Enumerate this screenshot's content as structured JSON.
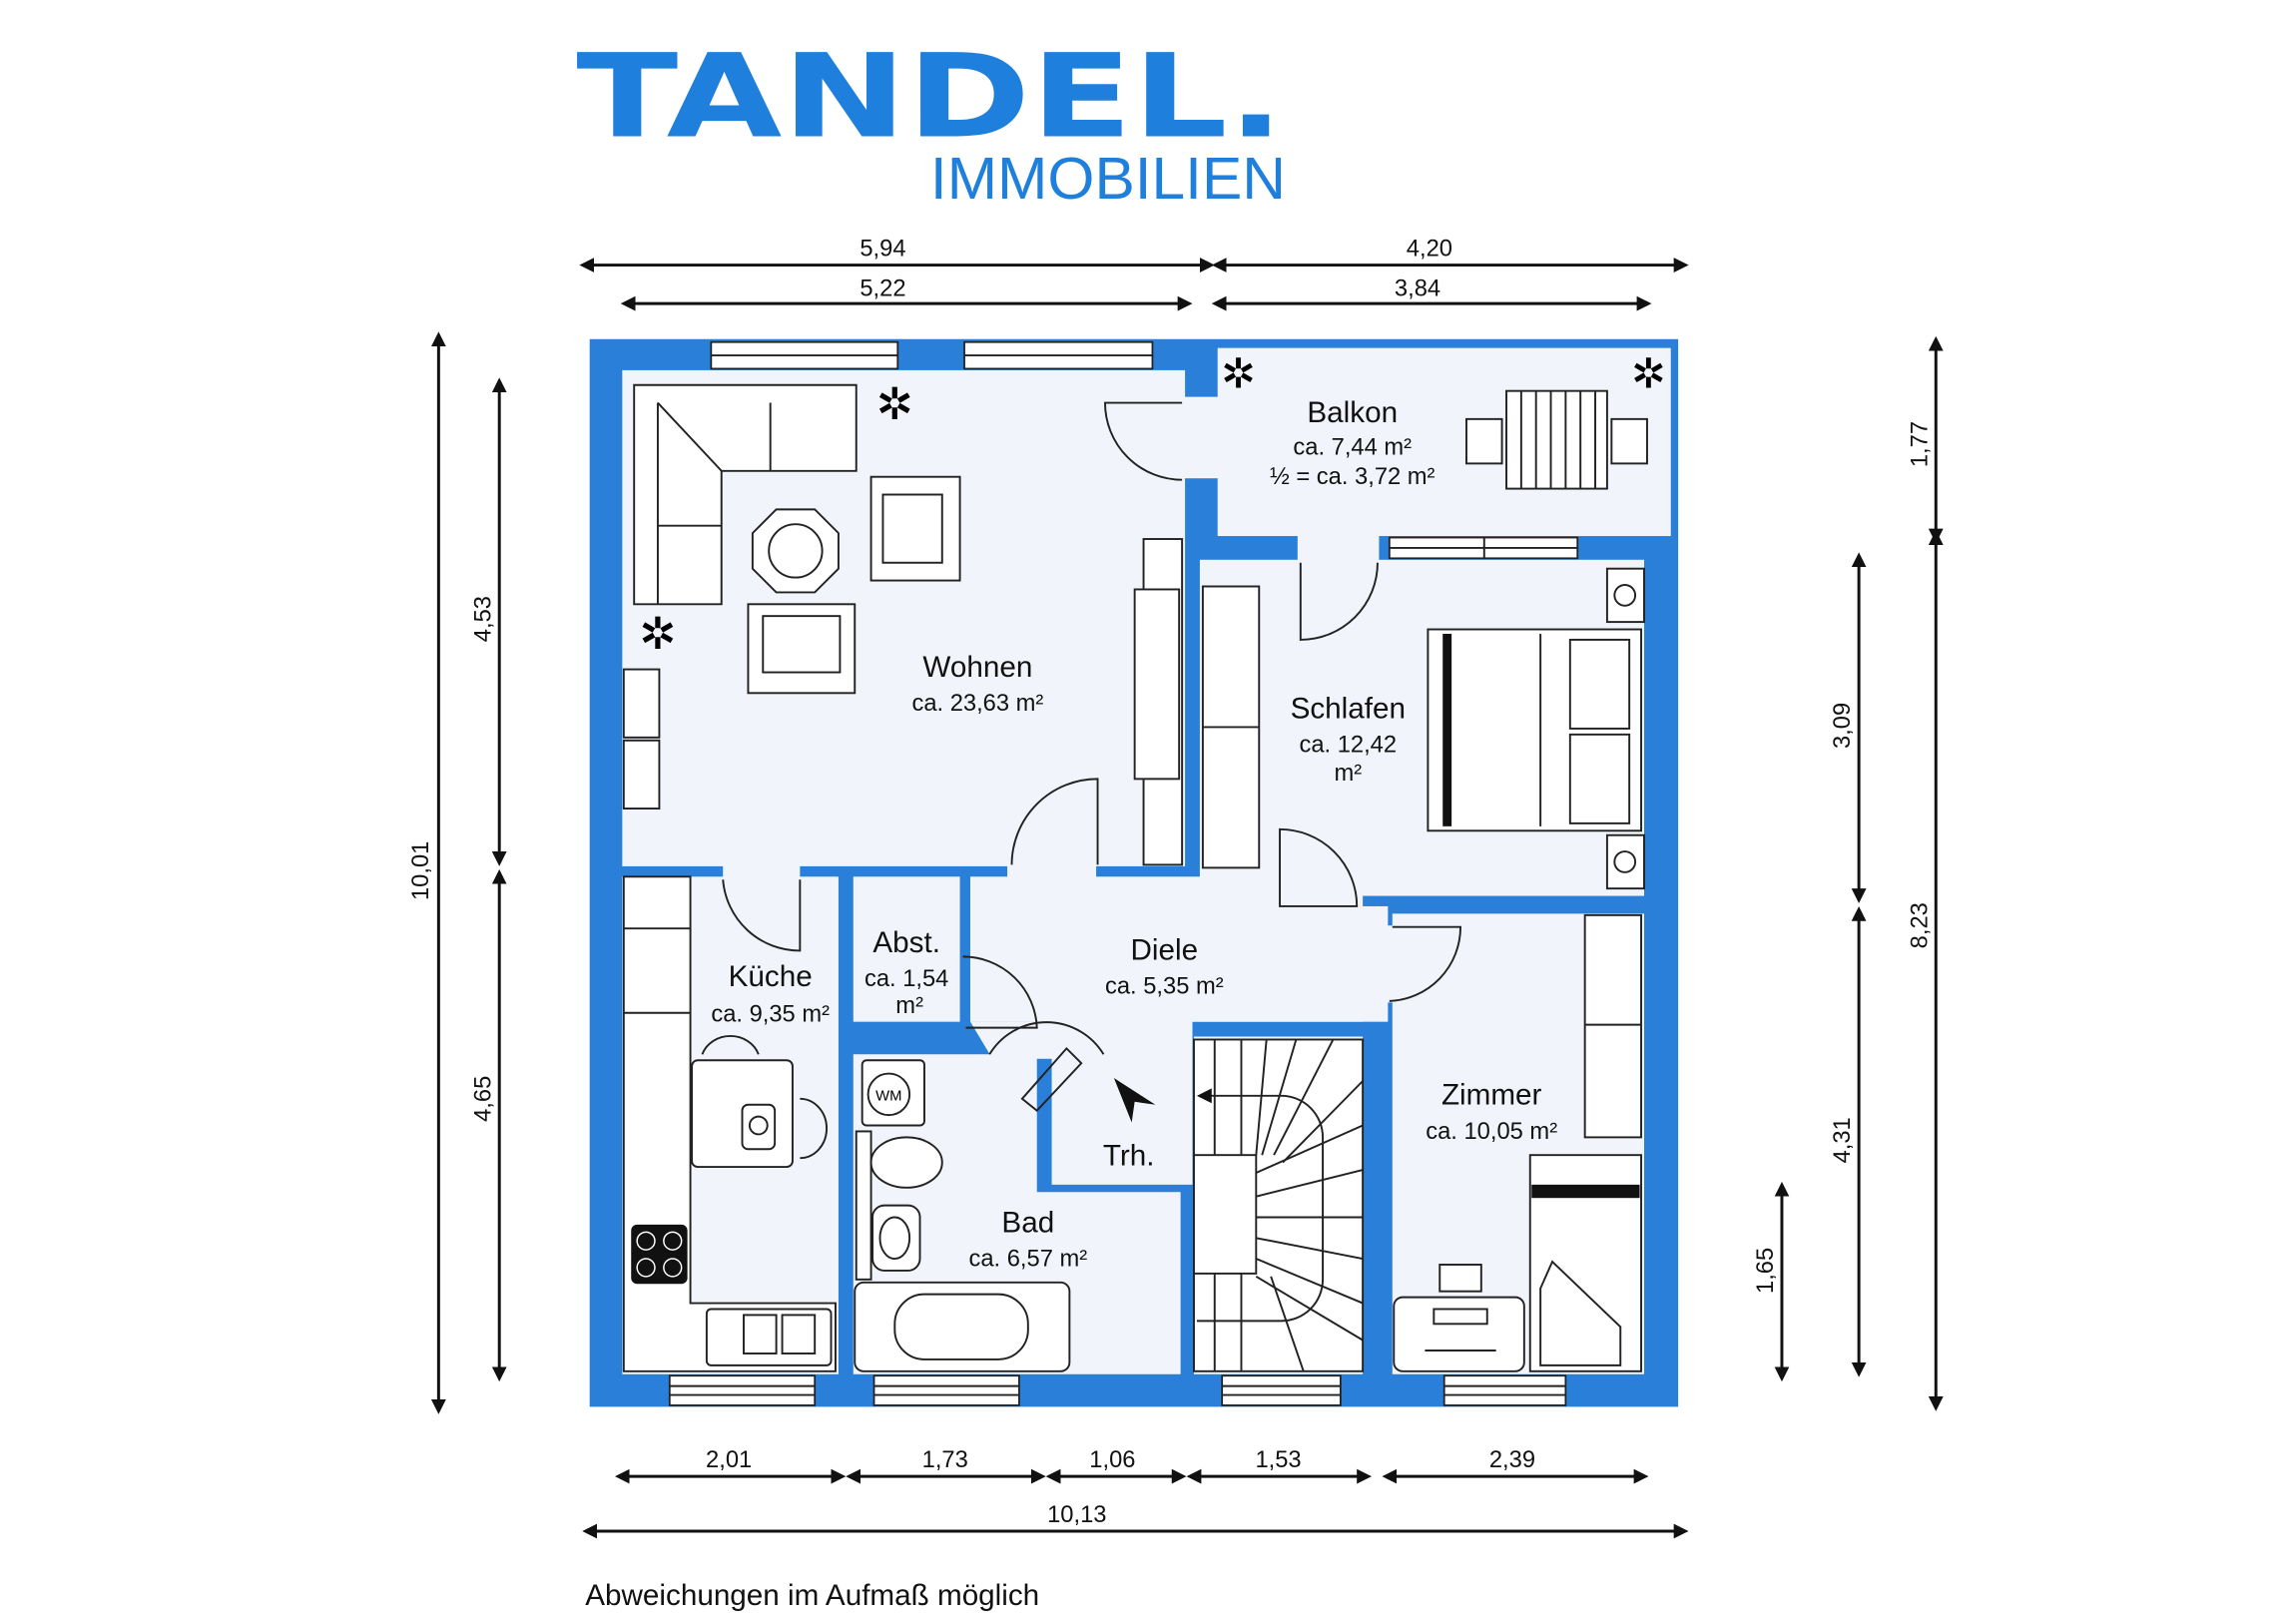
{
  "logo": {
    "brand": "TANDEL.",
    "subtitle": "IMMOBILIEN"
  },
  "colors": {
    "brand_blue": "#1f7fdc",
    "wall_blue": "#2a7fd8",
    "floor": "#f1f5fb"
  },
  "dimensions": {
    "top": [
      {
        "label": "5,94"
      },
      {
        "label": "4,20"
      },
      {
        "label": "5,22"
      },
      {
        "label": "3,84"
      }
    ],
    "left": [
      {
        "label": "10,01"
      },
      {
        "label": "4,53"
      },
      {
        "label": "4,65"
      }
    ],
    "right": [
      {
        "label": "1,77"
      },
      {
        "label": "8,23"
      },
      {
        "label": "3,09"
      },
      {
        "label": "4,31"
      },
      {
        "label": "1,65"
      }
    ],
    "bottom": [
      {
        "label": "2,01"
      },
      {
        "label": "1,73"
      },
      {
        "label": "1,06"
      },
      {
        "label": "1,53"
      },
      {
        "label": "2,39"
      },
      {
        "label": "10,13"
      }
    ]
  },
  "rooms": {
    "wohnen": {
      "name": "Wohnen",
      "area": "ca. 23,63 m²"
    },
    "balkon": {
      "name": "Balkon",
      "area": "ca. 7,44 m²",
      "half": "½ = ca. 3,72 m²"
    },
    "schlafen": {
      "name": "Schlafen",
      "area": "ca. 12,42",
      "unit": "m²"
    },
    "kueche": {
      "name": "Küche",
      "area": "ca. 9,35 m²"
    },
    "abst": {
      "name": "Abst.",
      "area": "ca. 1,54",
      "unit": "m²"
    },
    "diele": {
      "name": "Diele",
      "area": "ca. 5,35 m²"
    },
    "trh": {
      "name": "Trh."
    },
    "bad": {
      "name": "Bad",
      "area": "ca. 6,57 m²"
    },
    "zimmer": {
      "name": "Zimmer",
      "area": "ca. 10,05 m²"
    }
  },
  "fixtures": {
    "washing_machine": "WM"
  },
  "footer": {
    "note": "Abweichungen im Aufmaß möglich"
  }
}
